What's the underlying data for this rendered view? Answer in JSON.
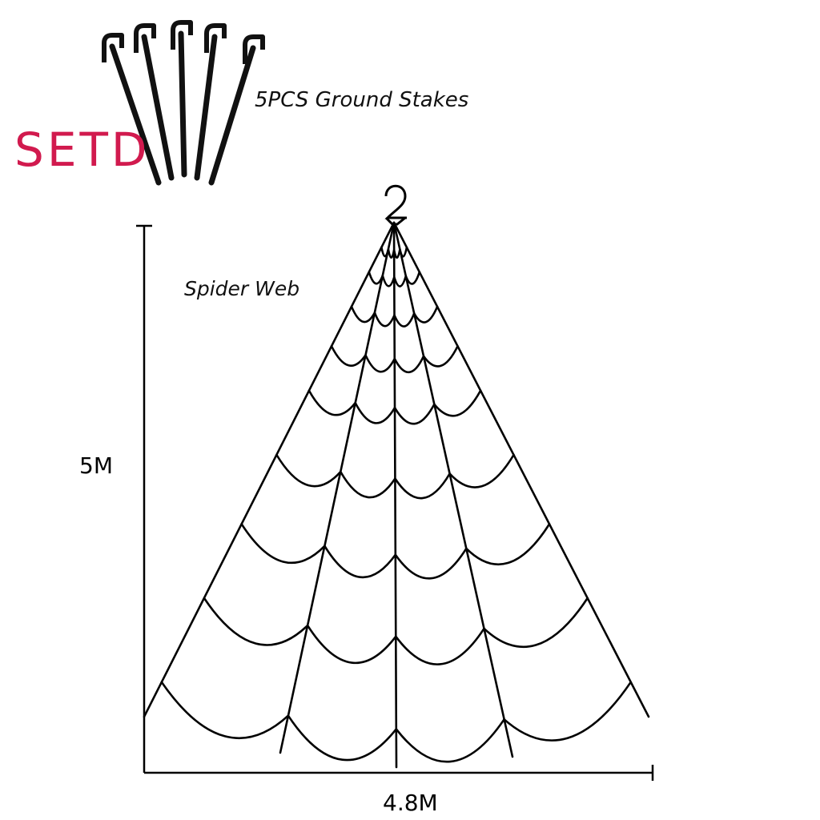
{
  "brand": {
    "text": "SETD",
    "color": "#d11a4e"
  },
  "stakes": {
    "label": "5PCS Ground Stakes",
    "count": 5,
    "icon": "ground-stake-icon"
  },
  "web": {
    "label": "Spider Web",
    "icon": "hook-icon"
  },
  "dimensions": {
    "height": "5M",
    "width": "4.8M"
  },
  "colors": {
    "line": "#000000",
    "stake": "#111111"
  }
}
